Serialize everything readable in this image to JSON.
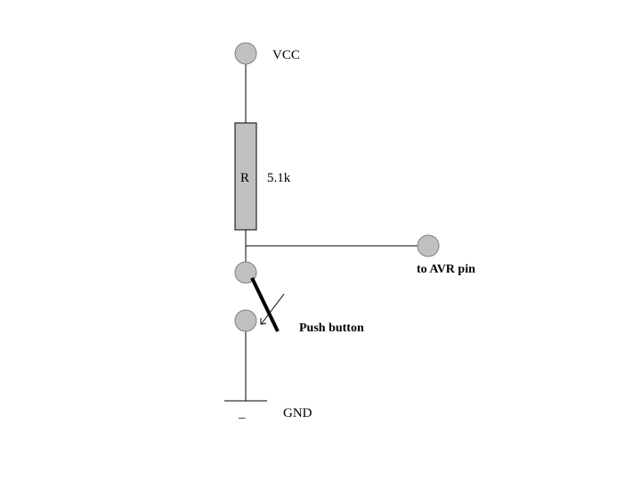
{
  "diagram": {
    "vcc_label": "VCC",
    "resistor_name": "R",
    "resistor_value": "5.1k",
    "output_label": "to AVR pin",
    "switch_label": "Push button",
    "ground_label": "GND",
    "ground_mark": "_"
  },
  "colors": {
    "background": "#ffffff",
    "wire": "#000000",
    "terminal_fill": "#c0c0c0",
    "resistor_fill": "#c0c0c0"
  }
}
